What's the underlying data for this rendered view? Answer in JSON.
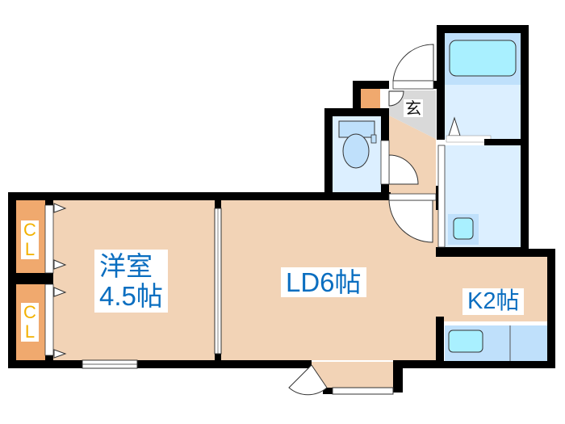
{
  "floor_plan": {
    "rooms": {
      "western_room": {
        "name": "洋室",
        "size": "4.5帖"
      },
      "living_dining": {
        "label": "LD6帖"
      },
      "kitchen": {
        "label": "K2帖"
      },
      "entrance": {
        "label": "玄"
      },
      "closet_top": {
        "line1": "C",
        "line2": "L"
      },
      "closet_bottom": {
        "line1": "C",
        "line2": "L"
      }
    },
    "colors": {
      "wall": "#000000",
      "floor": "#f2d3b6",
      "wet_area": "#dcefff",
      "fixture": "#bfe0fb",
      "tub": "#a9f0ff",
      "closet": "#f0a96e",
      "entrance_floor": "#d9d9d9",
      "label_text": "#0a6ec0",
      "closet_label": "#f2b100"
    }
  }
}
